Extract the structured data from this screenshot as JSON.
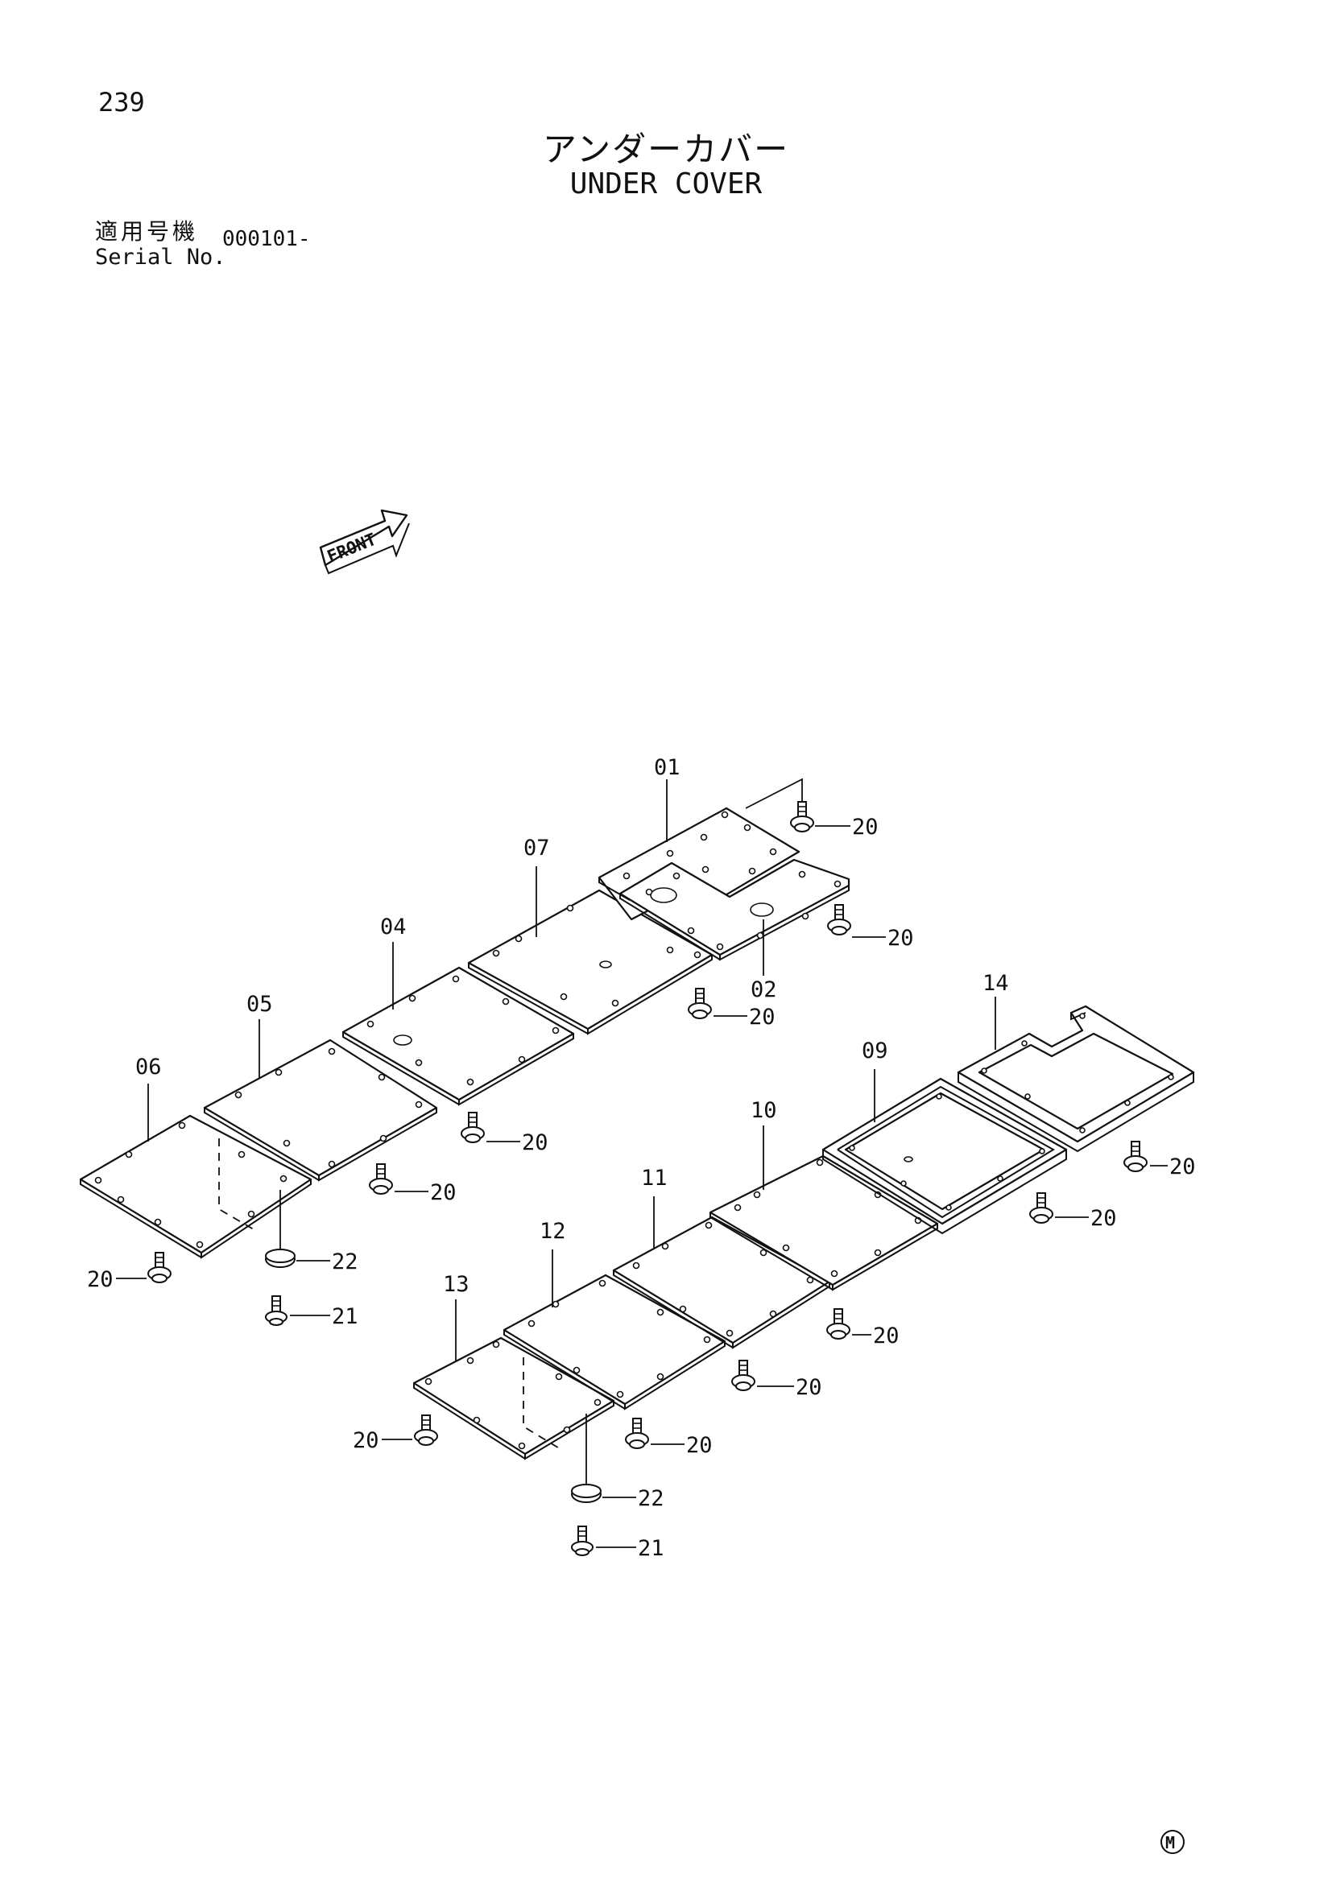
{
  "page_number": "239",
  "title_japanese": "アンダーカバー",
  "title_english": "UNDER COVER",
  "serial": {
    "label_japanese": "適用号機",
    "label_english": "Serial No.",
    "value": "000101-"
  },
  "front_label": "FRONT",
  "corner_mark": "M",
  "part_labels": [
    "01",
    "02",
    "04",
    "05",
    "06",
    "07",
    "09",
    "10",
    "11",
    "12",
    "13",
    "14",
    "20",
    "21",
    "22"
  ]
}
